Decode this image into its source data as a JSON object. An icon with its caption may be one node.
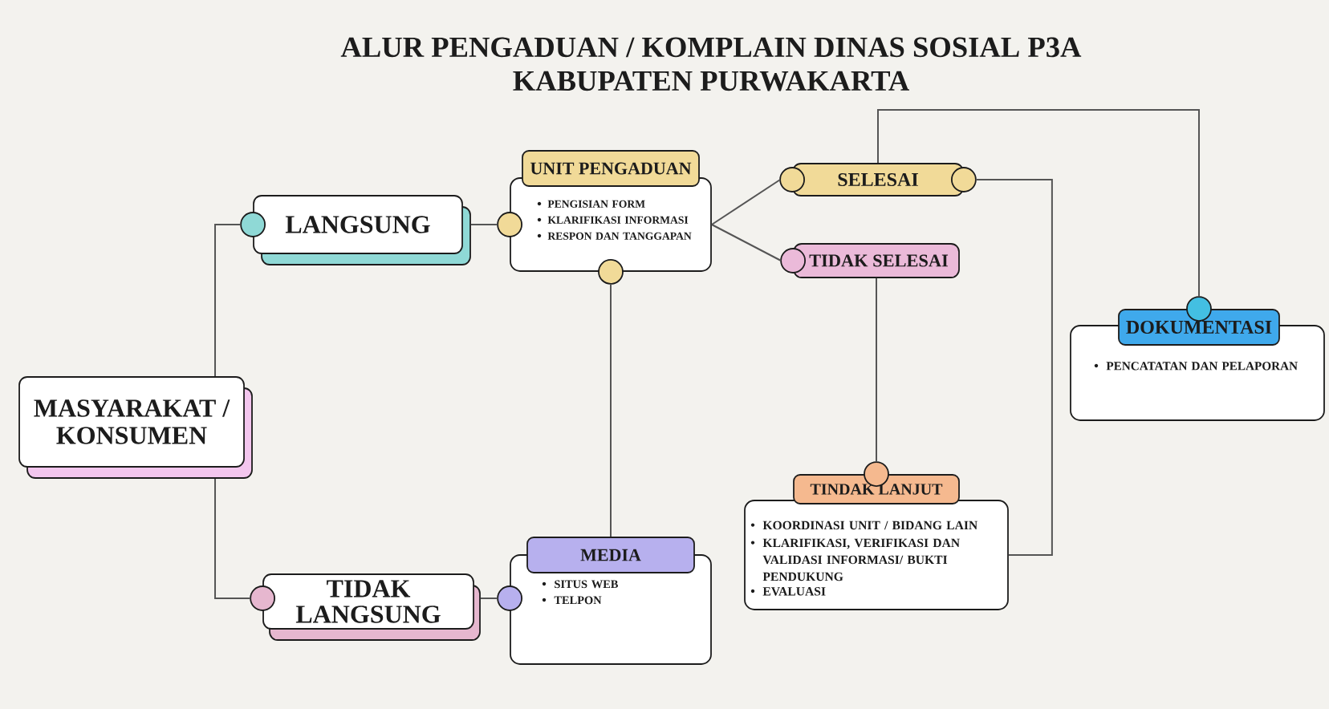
{
  "diagram": {
    "title": "ALUR PENGADUAN / KOMPLAIN DINAS SOSIAL P3A KABUPATEN PURWAKARTA",
    "nodes": [
      {
        "text": [
          "MASYARAKAT / KONSUMEN"
        ]
      },
      {
        "text": [
          "LANGSUNG"
        ]
      },
      {
        "text": [
          "TIDAK LANGSUNG"
        ]
      },
      {
        "text": [
          "UNIT PENGADUAN",
          "PENGISIAN FORM",
          "KLARIFIKASI INFORMASI",
          "RESPON DAN TANGGAPAN"
        ]
      },
      {
        "text": [
          "MEDIA",
          "SITUS WEB",
          "TELPON"
        ]
      },
      {
        "text": [
          "SELESAI"
        ]
      },
      {
        "text": [
          "TIDAK SELESAI"
        ]
      },
      {
        "text": [
          "TINDAK LANJUT",
          "KOORDINASI UNIT / BIDANG LAIN",
          "KLARIFIKASI, VERIFIKASI DAN VALIDASI INFORMASI/ BUKTI PENDUKUNG",
          "EVALUASI"
        ]
      },
      {
        "text": [
          "DOKUMENTASI",
          "PENCATATAN DAN PELAPORAN"
        ]
      }
    ],
    "edges": [
      {
        "from": 0,
        "to": 1,
        "arrow": "none"
      },
      {
        "from": 0,
        "to": 2,
        "arrow": "none"
      },
      {
        "from": 1,
        "to": 3,
        "arrow": "none"
      },
      {
        "from": 2,
        "to": 4,
        "arrow": "none"
      },
      {
        "from": 3,
        "to": 4,
        "arrow": "none"
      },
      {
        "from": 3,
        "to": 5,
        "arrow": "none"
      },
      {
        "from": 3,
        "to": 6,
        "arrow": "none"
      },
      {
        "from": 6,
        "to": 7,
        "arrow": "none"
      },
      {
        "from": 5,
        "to": 8,
        "arrow": "none"
      },
      {
        "from": 7,
        "to": 5,
        "arrow": "none"
      }
    ]
  }
}
